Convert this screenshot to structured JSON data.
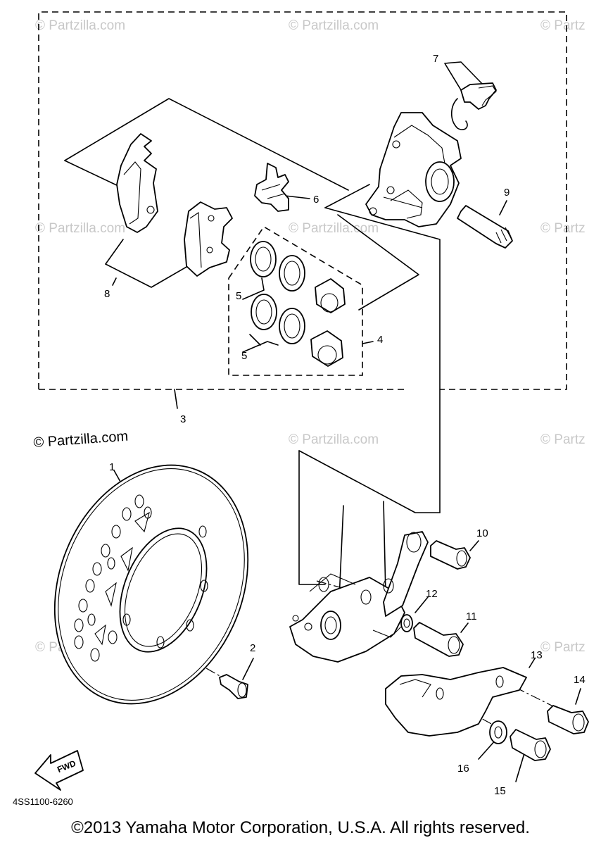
{
  "diagram_code": "4SS1100-6260",
  "copyright": "©2013 Yamaha Motor Corporation, U.S.A. All rights reserved.",
  "watermark_main": "© Partzilla.com",
  "watermark_faint": [
    "© Partzilla.com",
    "© Partzilla.com",
    "© Partz",
    "© Partzilla.com",
    "© Partzilla.com",
    "© Partz",
    "© Partzilla.com",
    "© Partz",
    "© Partzilla.com",
    "© Partz"
  ],
  "fwd_label": "FWD",
  "callouts": {
    "c1": "1",
    "c2": "2",
    "c3": "3",
    "c4": "4",
    "c5a": "5",
    "c5b": "5",
    "c6": "6",
    "c7": "7",
    "c8": "8",
    "c9": "9",
    "c10": "10",
    "c11": "11",
    "c12": "12",
    "c13": "13",
    "c14": "14",
    "c15": "15",
    "c16": "16"
  }
}
